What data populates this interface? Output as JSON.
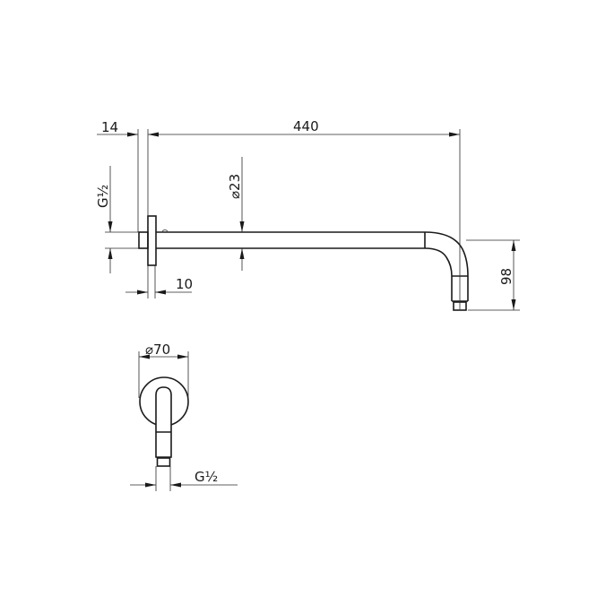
{
  "drawing": {
    "title": "Shower arm technical drawing",
    "colors": {
      "line": "#1a1a1a",
      "background": "#ffffff"
    },
    "side_view": {
      "dimensions": {
        "flange_thickness": "14",
        "arm_length": "440",
        "pipe_diameter": "⌀23",
        "thread_inlet": "G½",
        "nipple_length": "10",
        "drop_height": "98"
      }
    },
    "front_view": {
      "dimensions": {
        "flange_diameter": "⌀70",
        "thread_outlet": "G½"
      }
    }
  }
}
